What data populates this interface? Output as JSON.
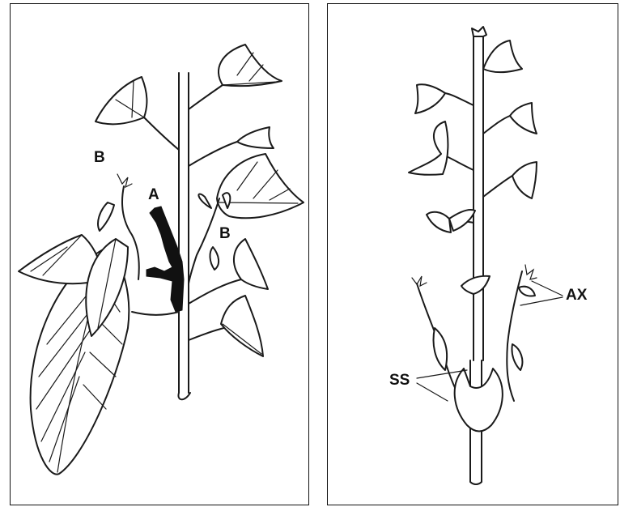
{
  "left_panel": {
    "labels": {
      "b_top": "B",
      "a": "A",
      "b_right": "B"
    }
  },
  "right_panel": {
    "labels": {
      "ax": "AX",
      "ss": "SS"
    }
  }
}
